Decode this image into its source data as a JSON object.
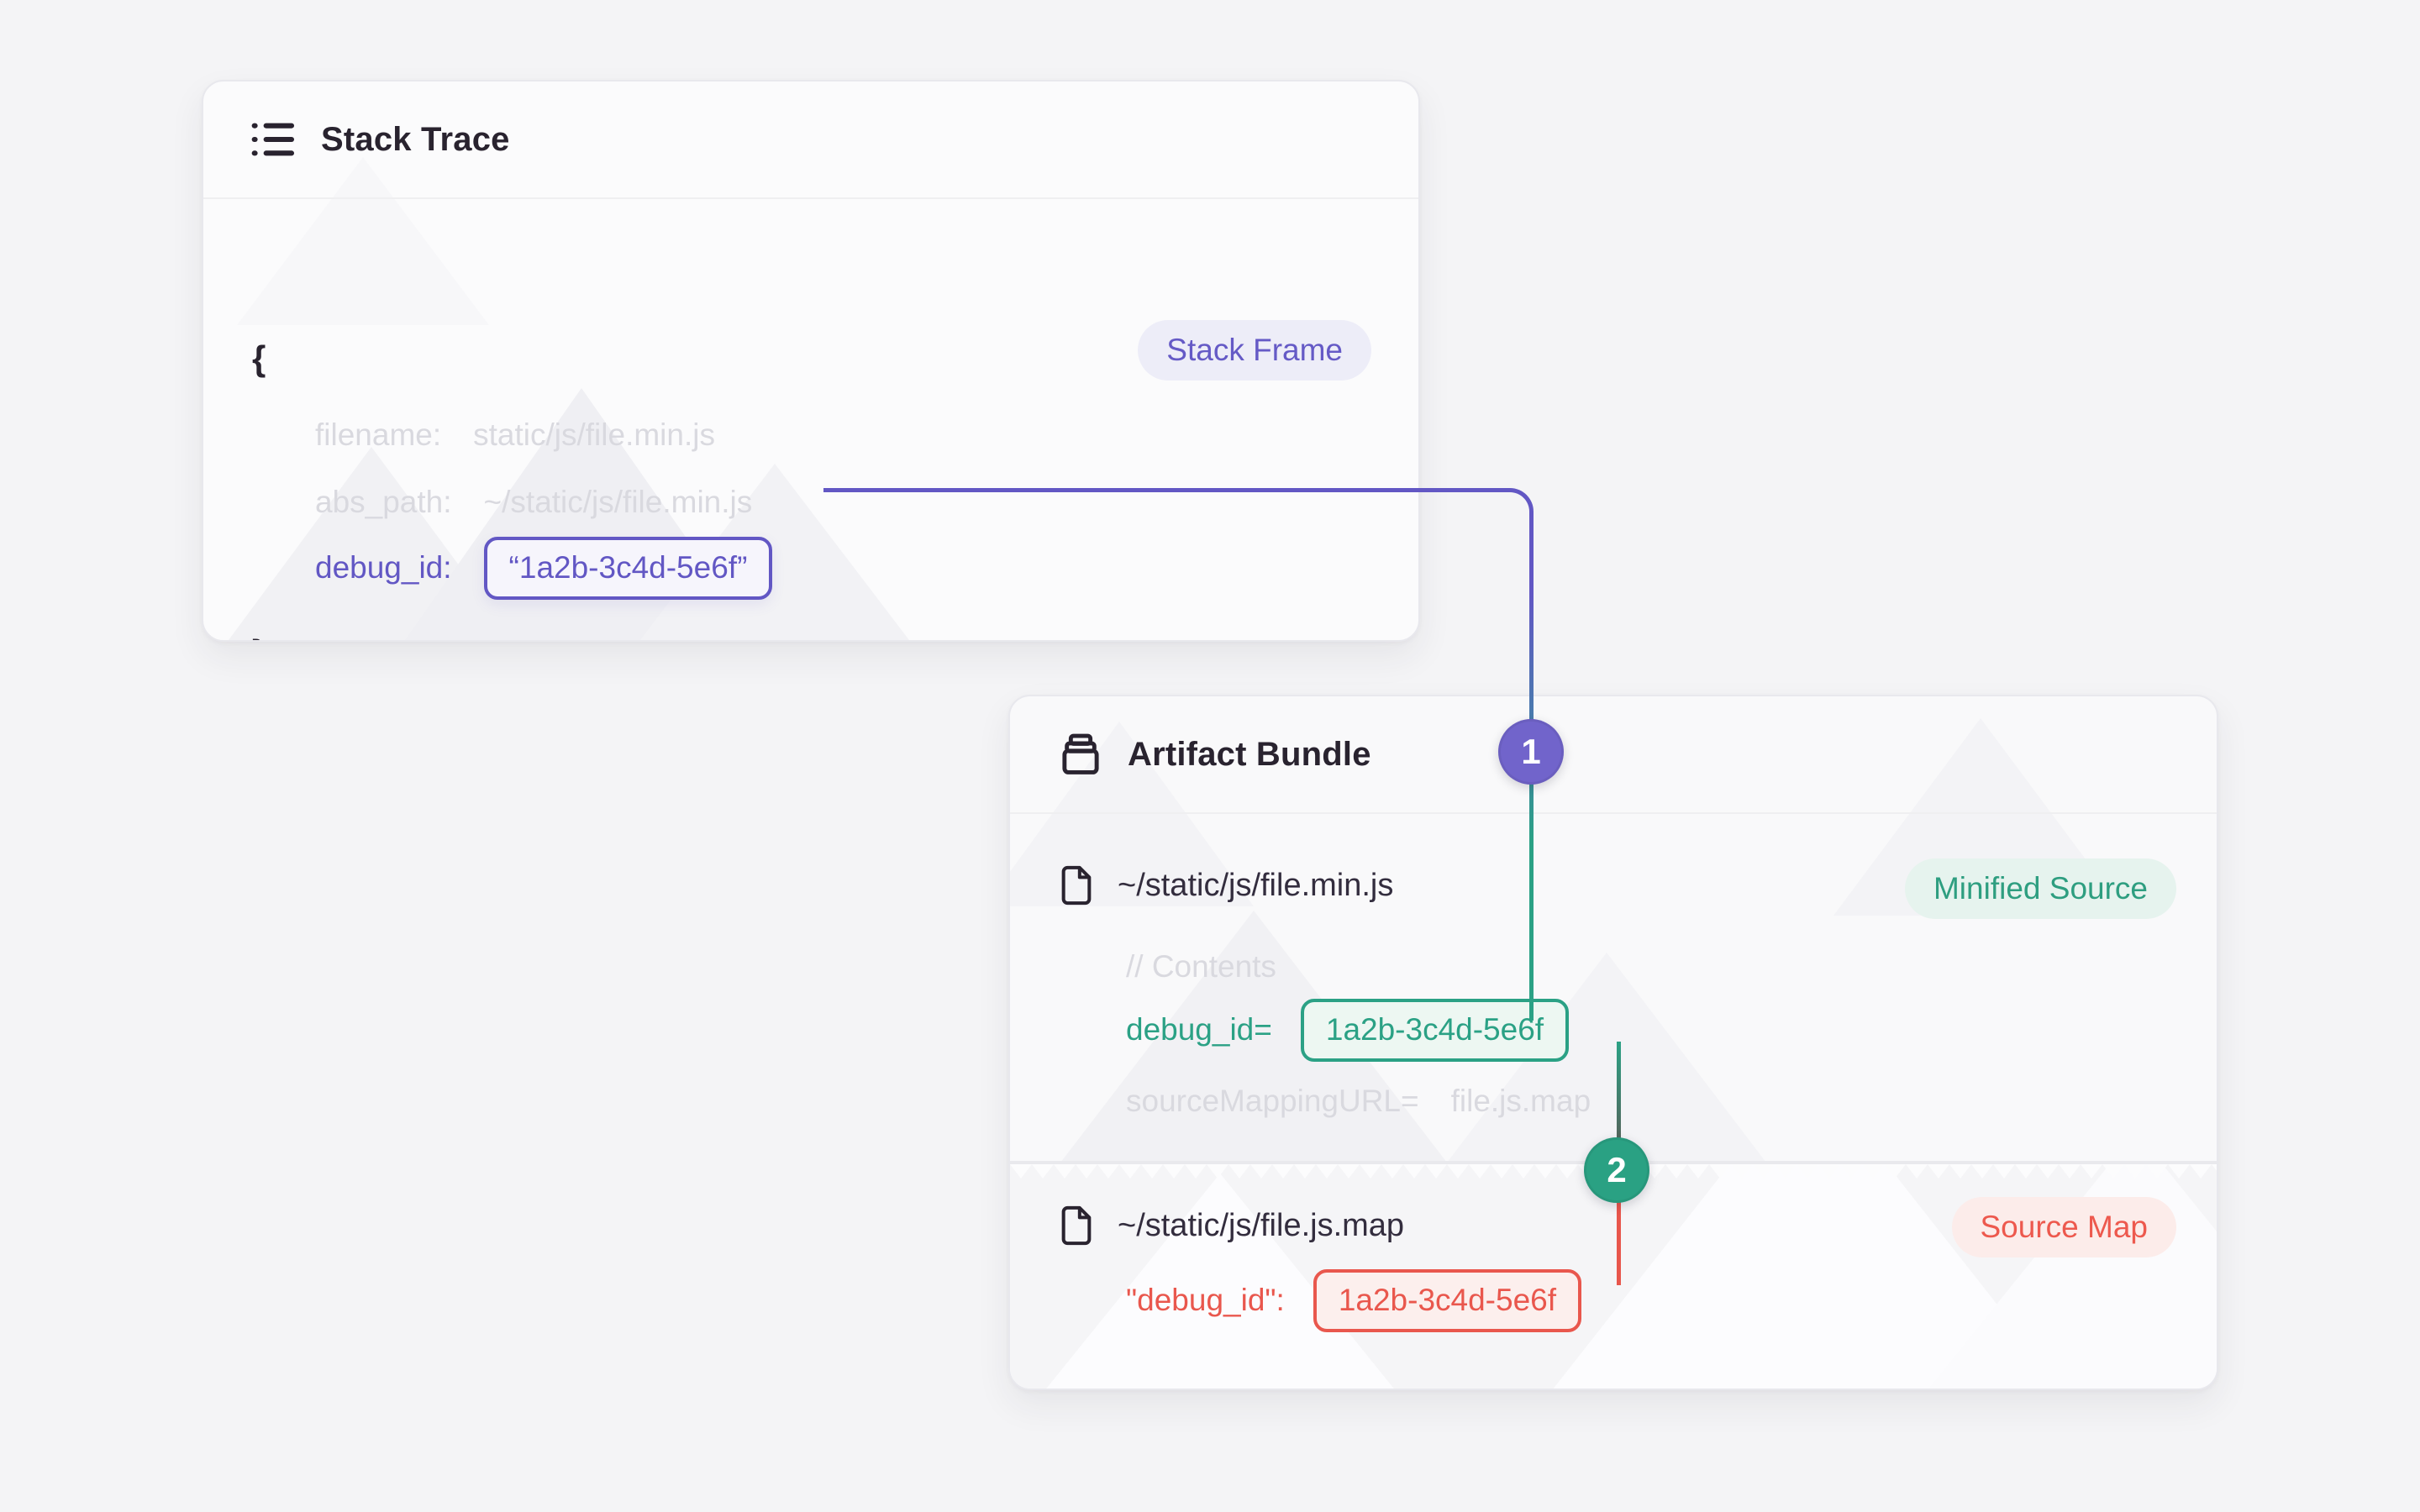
{
  "stack_trace": {
    "title": "Stack Trace",
    "frame_badge": "Stack Frame",
    "brace_open": "{",
    "brace_close": "}",
    "filename_label": "filename:",
    "filename_value": "static/js/file.min.js",
    "abs_path_label": "abs_path:",
    "abs_path_value": "~/static/js/file.min.js",
    "debug_id_label": "debug_id:",
    "debug_id_value": "“1a2b-3c4d-5e6f”"
  },
  "artifact_bundle": {
    "title": "Artifact Bundle",
    "minified": {
      "file": "~/static/js/file.min.js",
      "badge": "Minified Source",
      "comment": "// Contents",
      "debug_id_label": "debug_id=",
      "debug_id_value": "1a2b-3c4d-5e6f",
      "source_mapping_label": "sourceMappingURL=",
      "source_mapping_value": "file.js.map"
    },
    "source_map": {
      "file": "~/static/js/file.js.map",
      "badge": "Source Map",
      "debug_id_label": "\"debug_id\":",
      "debug_id_value": "1a2b-3c4d-5e6f"
    }
  },
  "connectors": {
    "step_1": "1",
    "step_2": "2"
  },
  "icons": {
    "stack_trace_header": "list-icon",
    "artifact_bundle_header": "archive-box-icon",
    "file_rows": "file-icon"
  },
  "colors": {
    "purple": "#6257C4",
    "purple_badge": "#7164CB",
    "green": "#2BA185",
    "red": "#E9574D",
    "page_background": "#F4F4F6",
    "ink": "#29232F",
    "muted_text": "#D9D9DF"
  }
}
